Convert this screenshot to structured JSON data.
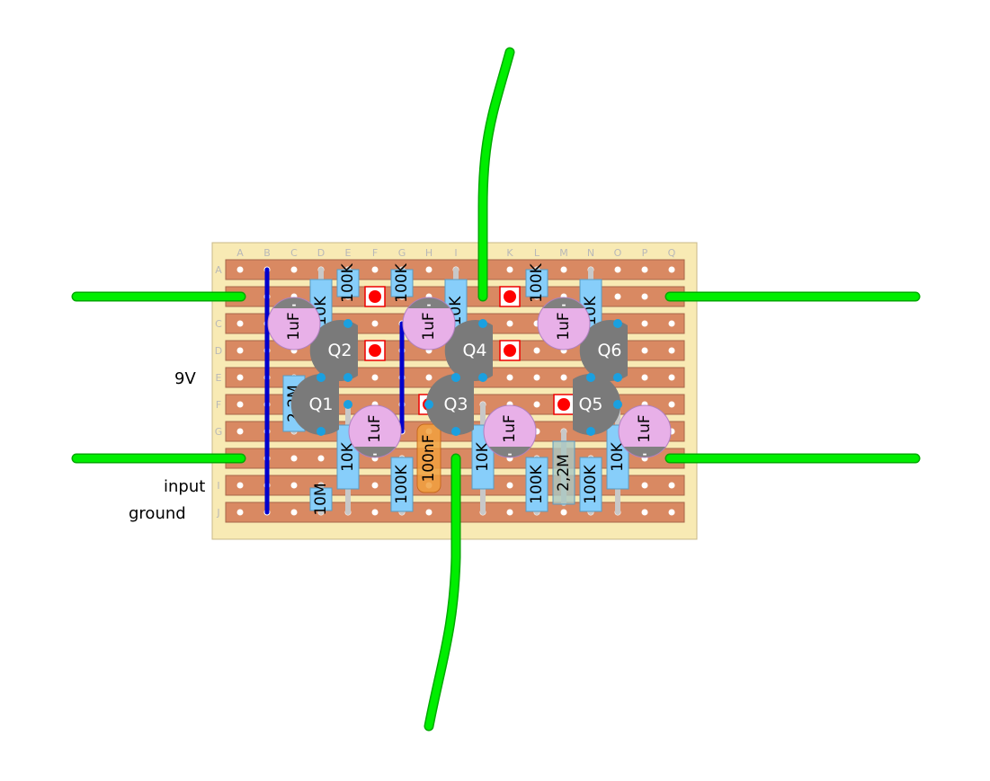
{
  "board": {
    "column_labels": [
      "A",
      "B",
      "C",
      "D",
      "E",
      "F",
      "G",
      "H",
      "I",
      "J",
      "K",
      "L",
      "M",
      "N",
      "O",
      "P",
      "Q"
    ],
    "row_labels": [
      "A",
      "",
      "C",
      "D",
      "E",
      "F",
      "G",
      "",
      "I",
      "J"
    ],
    "colors": {
      "board": "#f8eab4",
      "strip": "#d98962",
      "strip_border": "#a8664a",
      "resistor": "#87cefa",
      "capacitor": "#e8b0e8",
      "transistor": "#7a7a7a",
      "wire_link": "#0000cc",
      "offboard_wire": "#00ee00",
      "film_cap": "#f0a040"
    }
  },
  "labels": {
    "power": "9V",
    "input": "input",
    "ground": "ground"
  },
  "resistors": [
    "10K",
    "100K",
    "100K",
    "10K",
    "100K",
    "10K",
    "2,2M",
    "10K",
    "10M",
    "100K",
    "10K",
    "100K",
    "2,2M",
    "100K",
    "10K"
  ],
  "capacitors": [
    "1uF",
    "1uF",
    "1uF",
    "1uF",
    "1uF",
    "1uF"
  ],
  "capacitor_polarity_mark": "-",
  "film_capacitor": "100nF",
  "transistors": [
    "Q1",
    "Q2",
    "Q3",
    "Q4",
    "Q5",
    "Q6"
  ]
}
